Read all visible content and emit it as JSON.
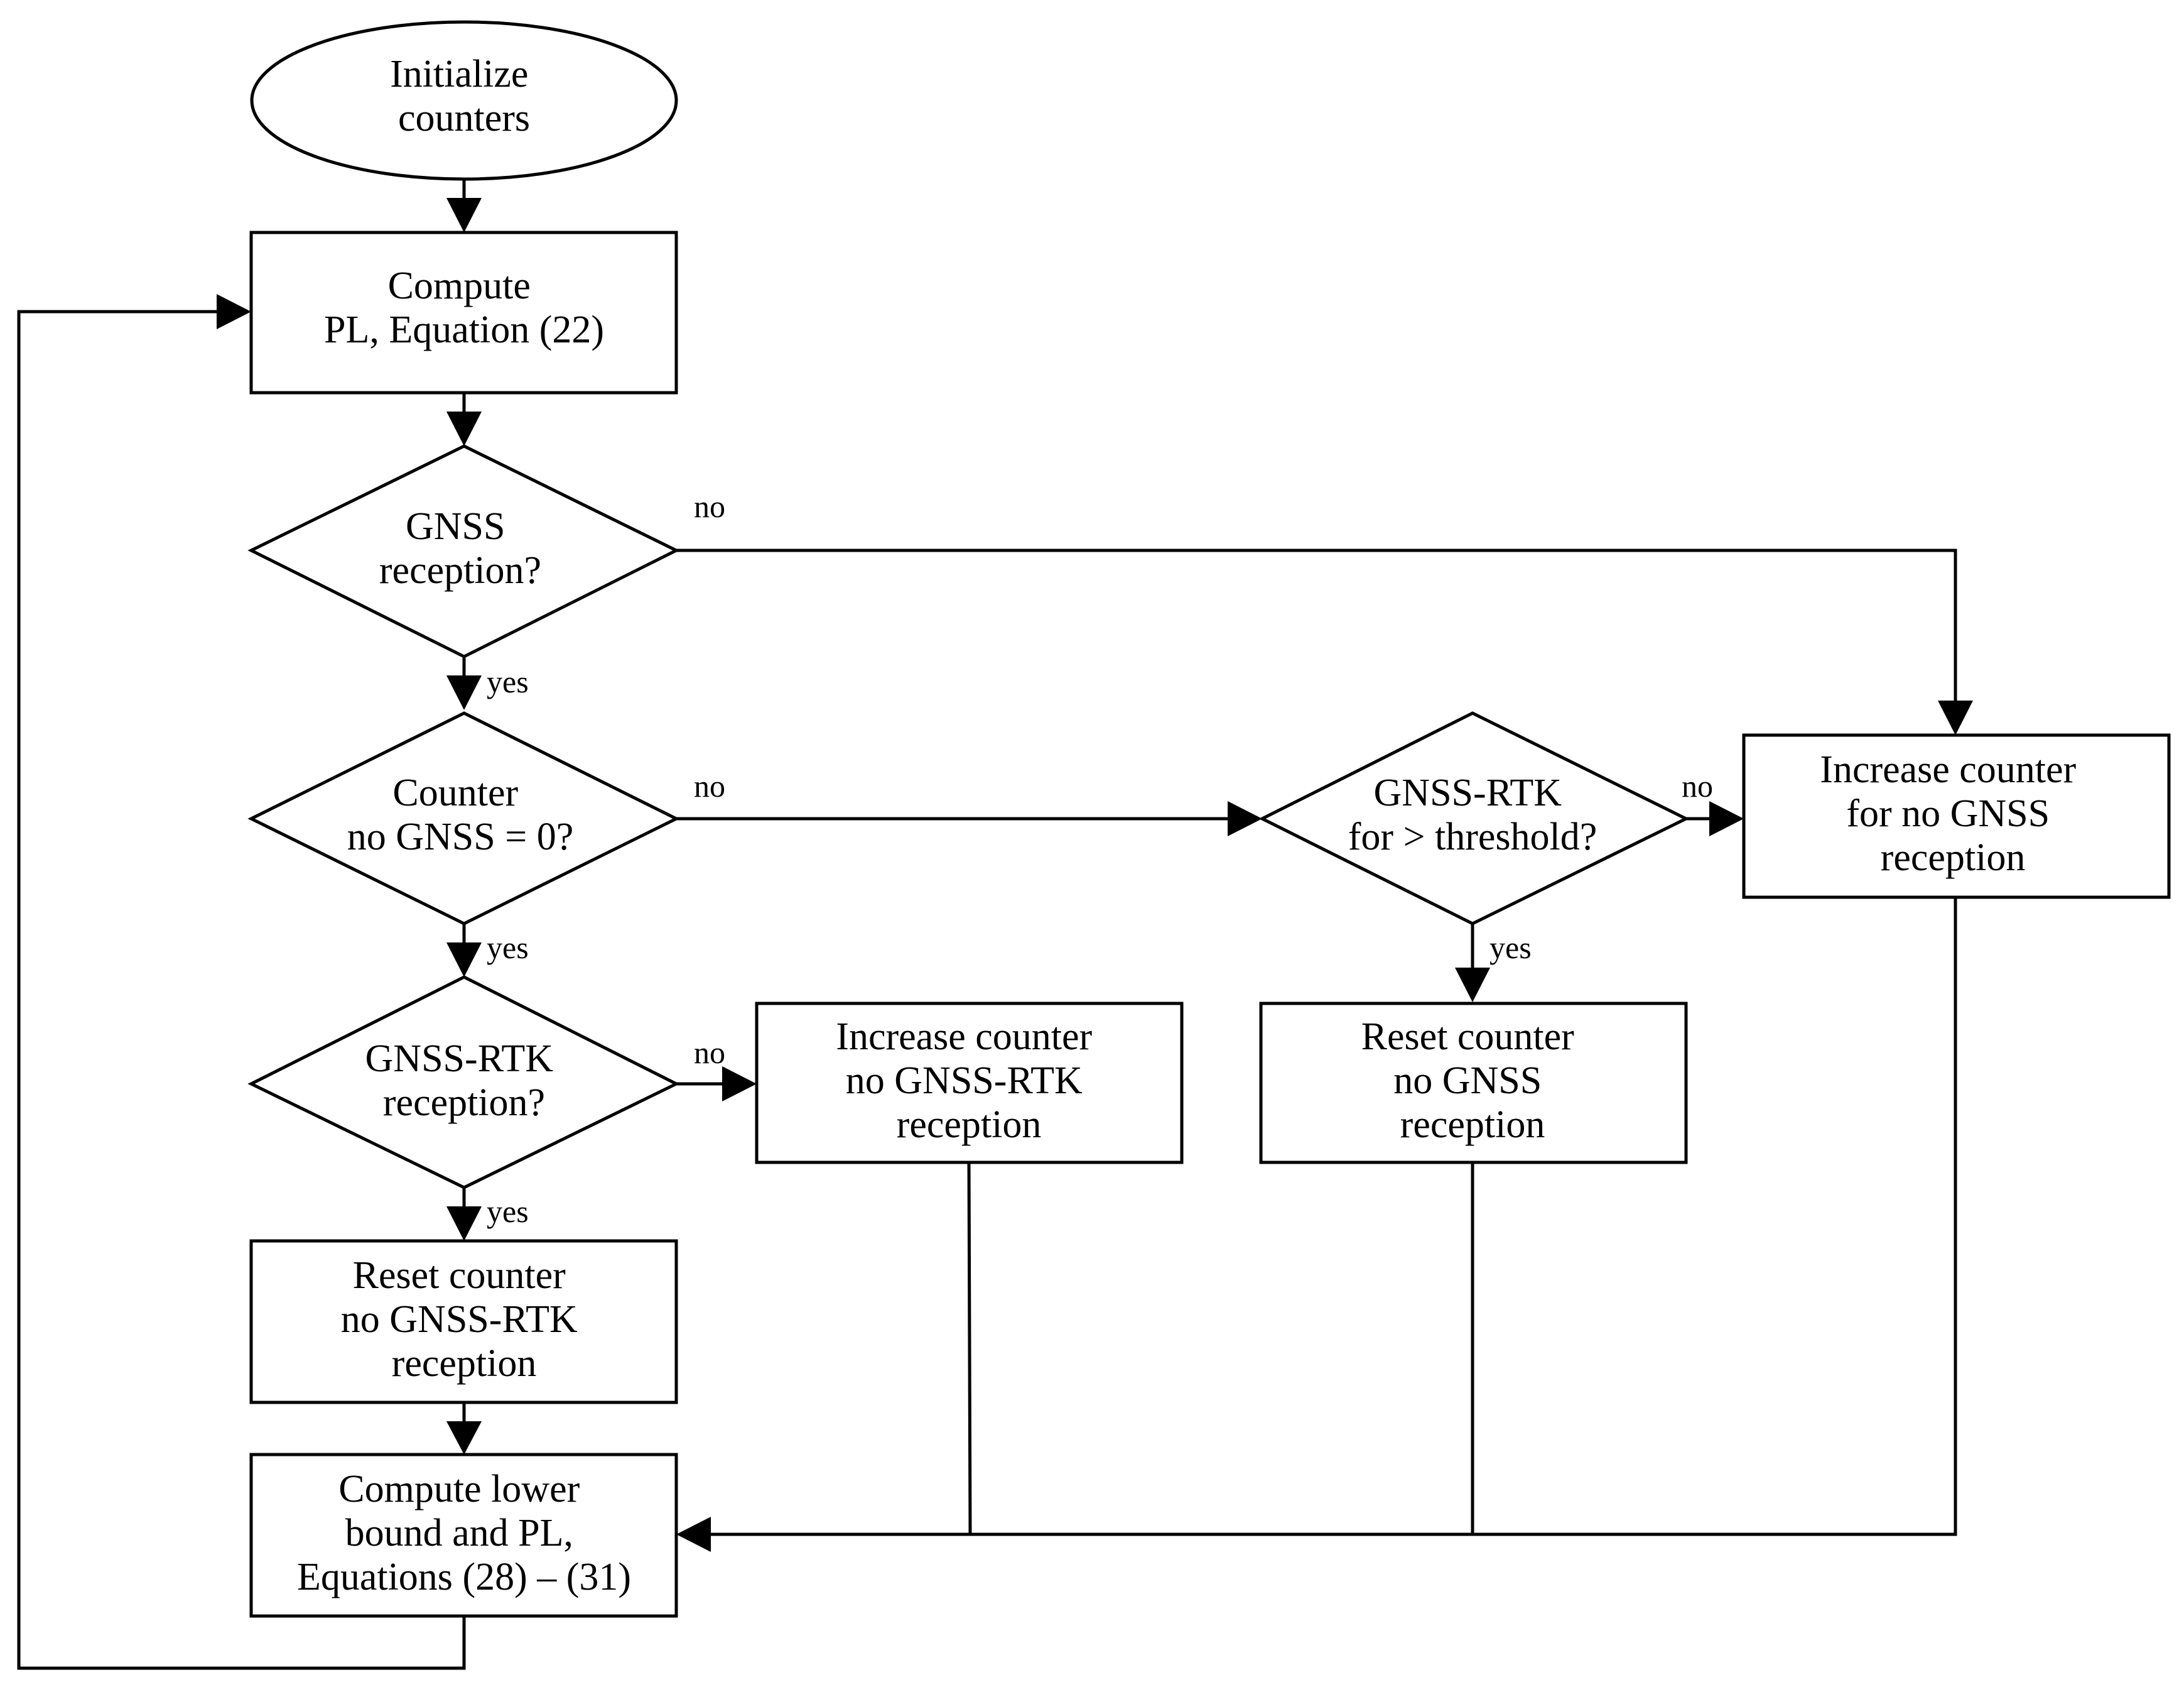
{
  "colors": {
    "stroke": "#000000",
    "background": "#ffffff",
    "text": "#000000"
  },
  "nodes": {
    "start": {
      "lines": [
        "Initialize",
        "counters"
      ]
    },
    "compute_pl": {
      "lines": [
        "Compute",
        "PL, Equation (22)"
      ]
    },
    "gnss_reception": {
      "lines": [
        "GNSS",
        "reception?"
      ]
    },
    "counter_zero": {
      "lines": [
        "Counter",
        "no GNSS = 0?"
      ]
    },
    "rtk_reception": {
      "lines": [
        "GNSS-RTK",
        "reception?"
      ]
    },
    "reset_rtk": {
      "lines": [
        "Reset counter",
        "no GNSS-RTK",
        "reception"
      ]
    },
    "compute_lower": {
      "lines": [
        "Compute lower",
        "bound and PL,",
        "Equations (28) – (31)"
      ]
    },
    "increase_rtk": {
      "lines": [
        "Increase counter",
        "no GNSS-RTK",
        "reception"
      ]
    },
    "rtk_threshold": {
      "lines": [
        "GNSS-RTK",
        "for > threshold?"
      ]
    },
    "reset_gnss": {
      "lines": [
        "Reset counter",
        "no GNSS",
        "reception"
      ]
    },
    "increase_gnss": {
      "lines": [
        "Increase counter",
        "for no GNSS",
        "reception"
      ]
    }
  },
  "edge_labels": {
    "gnss_no": "no",
    "gnss_yes": "yes",
    "counter_no": "no",
    "counter_yes": "yes",
    "rtk_no": "no",
    "rtk_yes": "yes",
    "threshold_no": "no",
    "threshold_yes": "yes"
  }
}
